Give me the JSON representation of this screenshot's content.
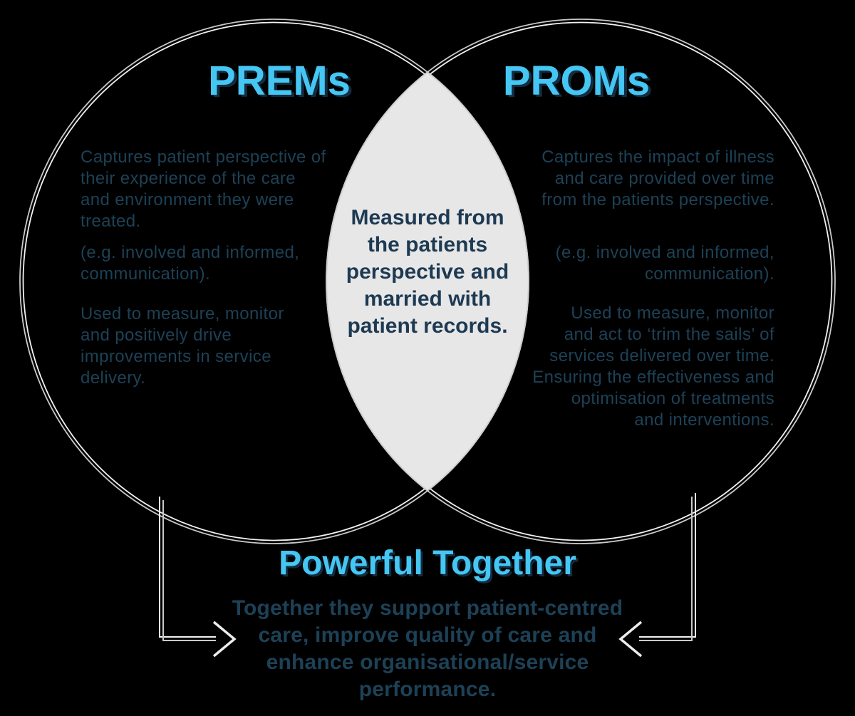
{
  "colors": {
    "accent_cyan": "#45C6F3",
    "navy_text": "#1D4156",
    "lens_navy": "#1E3A52",
    "lens_fill": "#E7E7E8",
    "outline_gray": "#C9C9C9",
    "outline_white": "#F2F2F2",
    "bg": "#000000"
  },
  "left": {
    "title": "PREMs",
    "para1_lines": [
      "Captures patient perspective of",
      "their experience of the care",
      "and environment they were",
      "treated."
    ],
    "para2_lines": [
      "(e.g. involved and informed,",
      "communication)."
    ],
    "para3_lines": [
      "Used to measure, monitor",
      "and positively drive",
      "improvements in service",
      "delivery."
    ]
  },
  "right": {
    "title": "PROMs",
    "para1_lines": [
      "Captures the impact of illness",
      "and care provided over time",
      "from the patients perspective."
    ],
    "para2_lines": [
      "(e.g. involved and informed,",
      "communication)."
    ],
    "para3_lines": [
      "Used to measure, monitor",
      "and act to ‘trim the sails’ of",
      "services delivered over time.",
      "Ensuring the effectiveness and",
      "optimisation of treatments",
      "and interventions."
    ]
  },
  "center": {
    "lines": [
      "Measured from",
      "the patients",
      "perspective and",
      "married with",
      "patient records."
    ]
  },
  "footer": {
    "title": "Powerful Together",
    "text_lines": [
      "Together they support patient-centred",
      "care, improve quality of care and",
      "enhance organisational/service",
      "performance."
    ]
  }
}
